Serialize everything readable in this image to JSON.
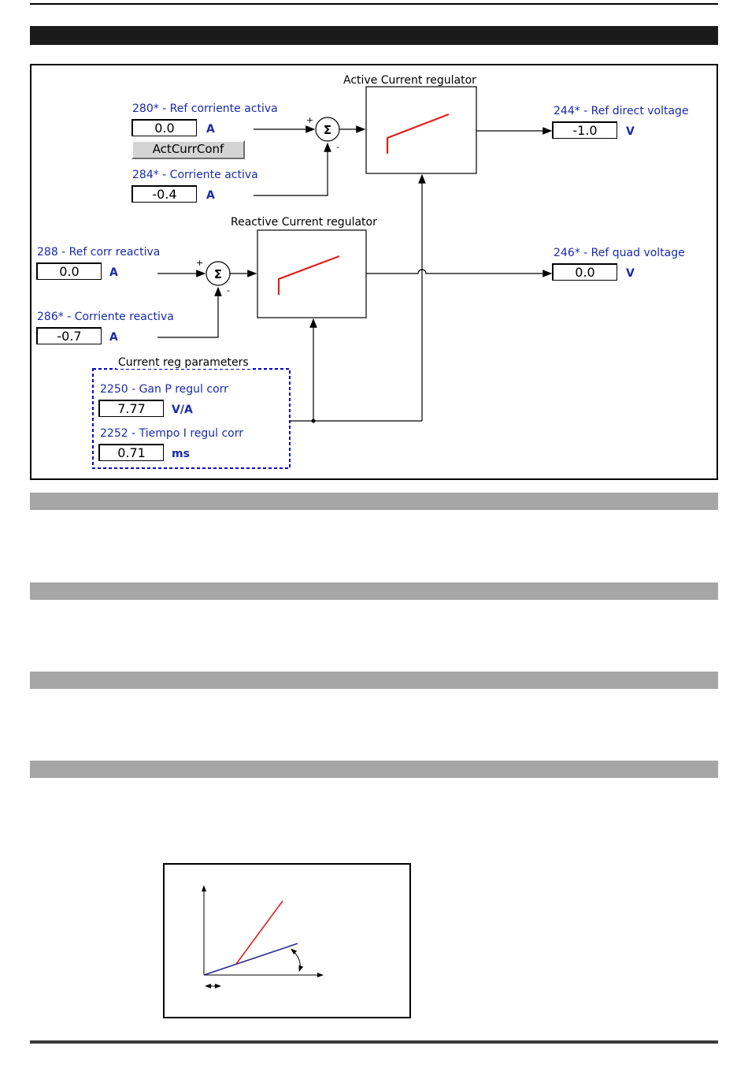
{
  "diagram": {
    "active_block_title": "Active Current regulator",
    "reactive_block_title": "Reactive Current regulator",
    "params_box_title": "Current reg parameters",
    "sum_symbol": "Σ",
    "plus": "+",
    "minus": "-",
    "inputs": {
      "ref_active": {
        "code": "280*",
        "label": " - Ref corriente activa",
        "value": "0.0",
        "unit": "A"
      },
      "actcurrconf_button": "ActCurrConf",
      "active_current": {
        "code": "284*",
        "label": " - Corriente activa",
        "value": "-0.4",
        "unit": "A"
      },
      "ref_reactive": {
        "code": "288",
        "label": " - Ref corr reactiva",
        "value": "0.0",
        "unit": "A"
      },
      "reactive_current": {
        "code": "286*",
        "label": " - Corriente reactiva",
        "value": "-0.7",
        "unit": "A"
      }
    },
    "outputs": {
      "ref_direct_voltage": {
        "code": "244*",
        "label": " - Ref direct voltage",
        "value": "-1.0",
        "unit": "V"
      },
      "ref_quad_voltage": {
        "code": "246*",
        "label": " - Ref quad voltage",
        "value": "0.0",
        "unit": "V"
      }
    },
    "params": {
      "gain": {
        "label": "2250 - Gan P regul corr",
        "value": "7.77",
        "unit": "V/A"
      },
      "time": {
        "label": "2252 - Tiempo I regul corr",
        "value": "0.71",
        "unit": "ms"
      }
    },
    "colors": {
      "label_blue": "#1a2aa8",
      "curve_red": "#e02020",
      "dotted_box": "#0000cc",
      "band_dark": "#1a1a1a",
      "band_grey": "#a6a6a6"
    }
  }
}
